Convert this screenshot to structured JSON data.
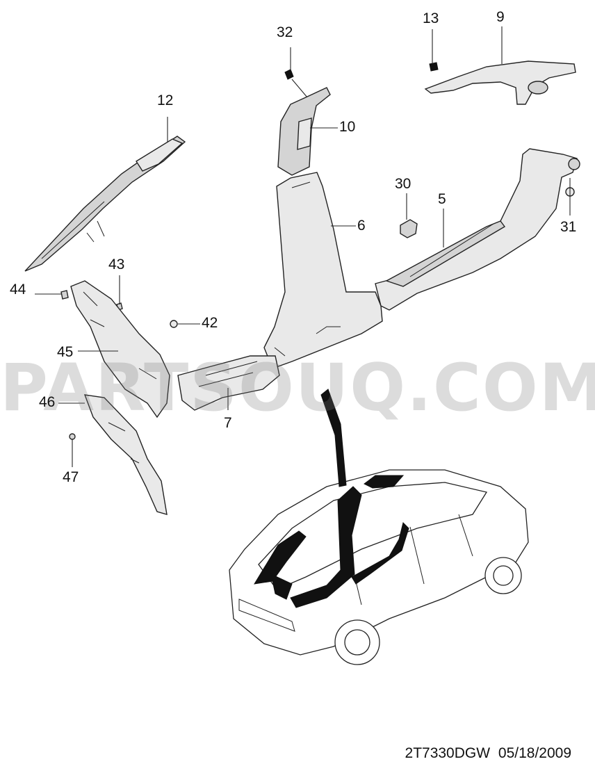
{
  "diagram": {
    "callouts": [
      {
        "id": "c-32",
        "text": "32"
      },
      {
        "id": "c-13",
        "text": "13"
      },
      {
        "id": "c-9",
        "text": "9"
      },
      {
        "id": "c-12",
        "text": "12"
      },
      {
        "id": "c-10",
        "text": "10"
      },
      {
        "id": "c-30",
        "text": "30"
      },
      {
        "id": "c-5",
        "text": "5"
      },
      {
        "id": "c-6",
        "text": "6"
      },
      {
        "id": "c-31",
        "text": "31"
      },
      {
        "id": "c-43",
        "text": "43"
      },
      {
        "id": "c-44",
        "text": "44"
      },
      {
        "id": "c-42",
        "text": "42"
      },
      {
        "id": "c-45",
        "text": "45"
      },
      {
        "id": "c-46",
        "text": "46"
      },
      {
        "id": "c-7",
        "text": "7"
      },
      {
        "id": "c-47",
        "text": "47"
      }
    ],
    "watermark": "PARTSOUQ.COM",
    "footer_code": "2T7330DGW  05/18/2009"
  }
}
